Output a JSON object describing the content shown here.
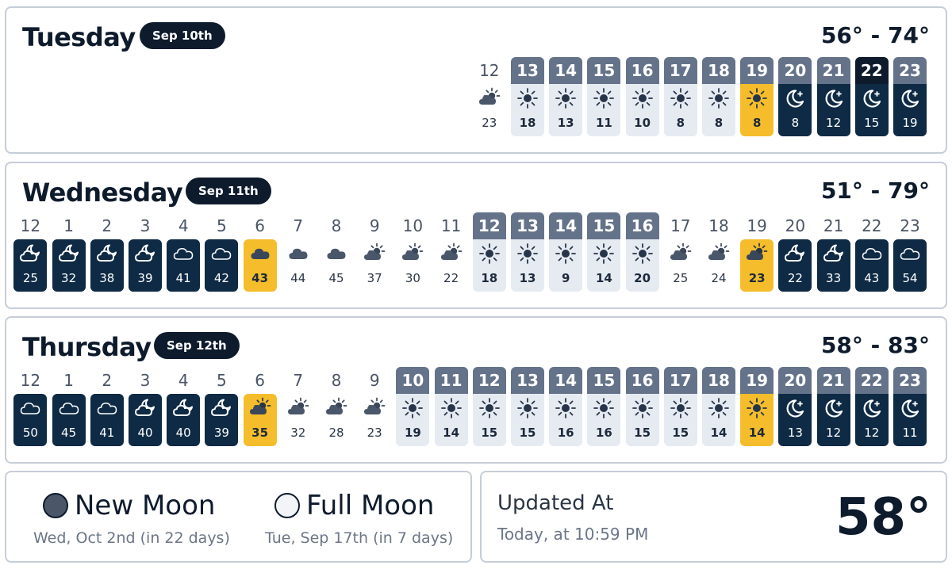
{
  "days": [
    {
      "key": "tue",
      "name": "Tuesday",
      "date": "Sep 10th",
      "range": "56° - 74°",
      "hours": [
        {
          "h": "12",
          "v": "23",
          "t": "plain",
          "icon": "partly-cloudy-sun-icon"
        },
        {
          "h": "13",
          "v": "18",
          "t": "day",
          "icon": "sun-icon"
        },
        {
          "h": "14",
          "v": "13",
          "t": "day",
          "icon": "sun-icon"
        },
        {
          "h": "15",
          "v": "11",
          "t": "day",
          "icon": "sun-icon"
        },
        {
          "h": "16",
          "v": "10",
          "t": "day",
          "icon": "sun-icon"
        },
        {
          "h": "17",
          "v": "8",
          "t": "day",
          "icon": "sun-icon"
        },
        {
          "h": "18",
          "v": "8",
          "t": "day",
          "icon": "sun-icon"
        },
        {
          "h": "19",
          "v": "8",
          "t": "gold-hdr",
          "icon": "sun-icon"
        },
        {
          "h": "20",
          "v": "8",
          "t": "night-hdr",
          "icon": "moon-star-icon"
        },
        {
          "h": "21",
          "v": "12",
          "t": "night-hdr",
          "icon": "moon-star-icon"
        },
        {
          "h": "22",
          "v": "15",
          "t": "night-cur",
          "icon": "moon-star-icon"
        },
        {
          "h": "23",
          "v": "19",
          "t": "night-hdr",
          "icon": "moon-star-icon"
        }
      ]
    },
    {
      "key": "wed",
      "name": "Wednesday",
      "date": "Sep 11th",
      "range": "51° - 79°",
      "hours": [
        {
          "h": "12",
          "v": "25",
          "t": "night",
          "icon": "partly-cloudy-moon-icon"
        },
        {
          "h": "1",
          "v": "32",
          "t": "night",
          "icon": "partly-cloudy-moon-icon"
        },
        {
          "h": "2",
          "v": "38",
          "t": "night",
          "icon": "partly-cloudy-moon-icon"
        },
        {
          "h": "3",
          "v": "39",
          "t": "night",
          "icon": "partly-cloudy-moon-icon"
        },
        {
          "h": "4",
          "v": "41",
          "t": "night",
          "icon": "cloud-icon"
        },
        {
          "h": "5",
          "v": "42",
          "t": "night",
          "icon": "cloud-icon"
        },
        {
          "h": "6",
          "v": "43",
          "t": "gold",
          "icon": "cloud-icon"
        },
        {
          "h": "7",
          "v": "44",
          "t": "plain",
          "icon": "cloud-icon"
        },
        {
          "h": "8",
          "v": "45",
          "t": "plain",
          "icon": "cloud-icon"
        },
        {
          "h": "9",
          "v": "37",
          "t": "plain",
          "icon": "partly-cloudy-sun-icon"
        },
        {
          "h": "10",
          "v": "30",
          "t": "plain",
          "icon": "partly-cloudy-sun-icon"
        },
        {
          "h": "11",
          "v": "22",
          "t": "plain",
          "icon": "partly-cloudy-sun-icon"
        },
        {
          "h": "12",
          "v": "18",
          "t": "day",
          "icon": "sun-icon"
        },
        {
          "h": "13",
          "v": "13",
          "t": "day",
          "icon": "sun-icon"
        },
        {
          "h": "14",
          "v": "9",
          "t": "day",
          "icon": "sun-icon"
        },
        {
          "h": "15",
          "v": "14",
          "t": "day",
          "icon": "sun-icon"
        },
        {
          "h": "16",
          "v": "20",
          "t": "day",
          "icon": "sun-icon"
        },
        {
          "h": "17",
          "v": "25",
          "t": "plain",
          "icon": "partly-cloudy-sun-icon"
        },
        {
          "h": "18",
          "v": "24",
          "t": "plain",
          "icon": "partly-cloudy-sun-icon"
        },
        {
          "h": "19",
          "v": "23",
          "t": "gold",
          "icon": "partly-cloudy-sun-icon"
        },
        {
          "h": "20",
          "v": "22",
          "t": "night",
          "icon": "partly-cloudy-moon-icon"
        },
        {
          "h": "21",
          "v": "33",
          "t": "night",
          "icon": "partly-cloudy-moon-icon"
        },
        {
          "h": "22",
          "v": "43",
          "t": "night",
          "icon": "cloud-icon"
        },
        {
          "h": "23",
          "v": "54",
          "t": "night",
          "icon": "cloud-icon"
        }
      ]
    },
    {
      "key": "thu",
      "name": "Thursday",
      "date": "Sep 12th",
      "range": "58° - 83°",
      "hours": [
        {
          "h": "12",
          "v": "50",
          "t": "night",
          "icon": "cloud-icon"
        },
        {
          "h": "1",
          "v": "45",
          "t": "night",
          "icon": "cloud-icon"
        },
        {
          "h": "2",
          "v": "41",
          "t": "night",
          "icon": "cloud-icon"
        },
        {
          "h": "3",
          "v": "40",
          "t": "night",
          "icon": "partly-cloudy-moon-icon"
        },
        {
          "h": "4",
          "v": "40",
          "t": "night",
          "icon": "partly-cloudy-moon-icon"
        },
        {
          "h": "5",
          "v": "39",
          "t": "night",
          "icon": "partly-cloudy-moon-icon"
        },
        {
          "h": "6",
          "v": "35",
          "t": "gold",
          "icon": "partly-cloudy-sun-icon"
        },
        {
          "h": "7",
          "v": "32",
          "t": "plain",
          "icon": "partly-cloudy-sun-icon"
        },
        {
          "h": "8",
          "v": "28",
          "t": "plain",
          "icon": "partly-cloudy-sun-icon"
        },
        {
          "h": "9",
          "v": "23",
          "t": "plain",
          "icon": "partly-cloudy-sun-icon"
        },
        {
          "h": "10",
          "v": "19",
          "t": "day",
          "icon": "sun-icon"
        },
        {
          "h": "11",
          "v": "14",
          "t": "day",
          "icon": "sun-icon"
        },
        {
          "h": "12",
          "v": "15",
          "t": "day",
          "icon": "sun-icon"
        },
        {
          "h": "13",
          "v": "15",
          "t": "day",
          "icon": "sun-icon"
        },
        {
          "h": "14",
          "v": "16",
          "t": "day",
          "icon": "sun-icon"
        },
        {
          "h": "15",
          "v": "16",
          "t": "day",
          "icon": "sun-icon"
        },
        {
          "h": "16",
          "v": "15",
          "t": "day",
          "icon": "sun-icon"
        },
        {
          "h": "17",
          "v": "15",
          "t": "day",
          "icon": "sun-icon"
        },
        {
          "h": "18",
          "v": "14",
          "t": "day",
          "icon": "sun-icon"
        },
        {
          "h": "19",
          "v": "14",
          "t": "gold-hdr",
          "icon": "sun-icon"
        },
        {
          "h": "20",
          "v": "13",
          "t": "night-hdr",
          "icon": "moon-star-icon"
        },
        {
          "h": "21",
          "v": "12",
          "t": "night-hdr",
          "icon": "moon-star-icon"
        },
        {
          "h": "22",
          "v": "12",
          "t": "night-hdr",
          "icon": "moon-star-icon"
        },
        {
          "h": "23",
          "v": "11",
          "t": "night-hdr",
          "icon": "moon-star-icon"
        }
      ]
    }
  ],
  "moons": {
    "new": {
      "name": "New Moon",
      "when": "Wed, Oct 2nd (in 22 days)",
      "icon": "new-moon-icon"
    },
    "full": {
      "name": "Full Moon",
      "when": "Tue, Sep 17th (in 7 days)",
      "icon": "full-moon-icon"
    }
  },
  "updated": {
    "title": "Updated At",
    "when": "Today, at 10:59 PM",
    "temp": "58°"
  },
  "colors": {
    "navy": "#0e2a44",
    "gold": "#f5bd2c",
    "dayBox": "#e6ebf2",
    "dayHeader": "#65738a"
  }
}
